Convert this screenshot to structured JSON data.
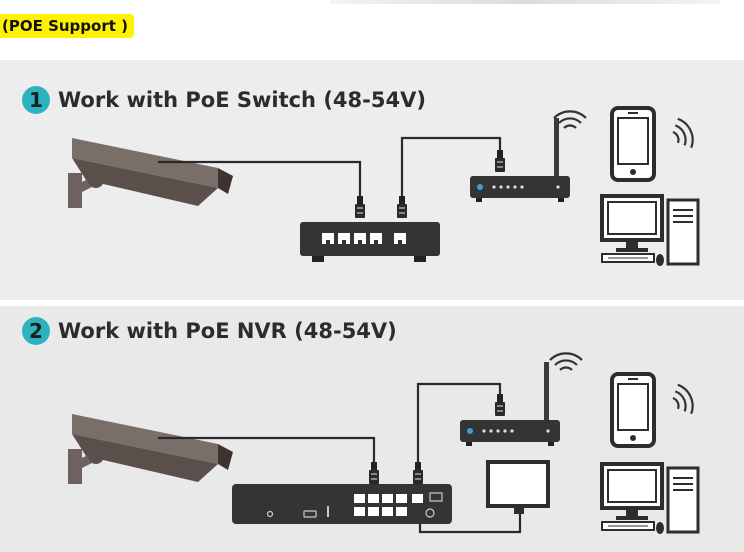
{
  "badge": {
    "text": "(POE Support )"
  },
  "sections": [
    {
      "number": "1",
      "title": "Work with PoE Switch (48-54V)"
    },
    {
      "number": "2",
      "title": "Work with PoE NVR (48-54V)"
    }
  ],
  "colors": {
    "accent": "#2bb3c0",
    "device": "#343434",
    "badge": "#fff200",
    "camera": "#6e625e"
  },
  "icons": [
    "camera-icon",
    "poe-switch-icon",
    "router-icon",
    "phone-icon",
    "wifi-icon",
    "desktop-pc-icon",
    "nvr-icon",
    "monitor-icon"
  ]
}
